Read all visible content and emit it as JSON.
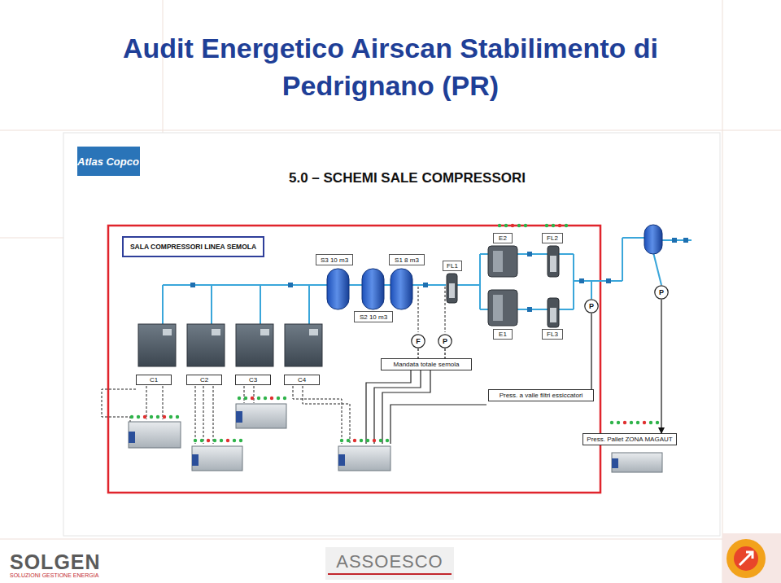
{
  "diagram": {
    "title": "Audit Energetico Airscan Stabilimento di Pedrignano (PR)",
    "nodes": [
      {
        "text": [
          "SALA COMPRESSORI LINEA SEMOLA"
        ]
      },
      {
        "text": [
          "S3 10 m3"
        ]
      },
      {
        "text": [
          "S1 8 m3"
        ]
      },
      {
        "text": [
          "S2 10 m3"
        ]
      },
      {
        "text": [
          "FL1"
        ]
      },
      {
        "text": [
          "E2"
        ]
      },
      {
        "text": [
          "FL2"
        ]
      },
      {
        "text": [
          "E1"
        ]
      },
      {
        "text": [
          "FL3"
        ]
      },
      {
        "text": [
          "F"
        ]
      },
      {
        "text": [
          "P"
        ]
      },
      {
        "text": [
          "P"
        ]
      },
      {
        "text": [
          "P"
        ]
      },
      {
        "text": [
          "Mandata totale semola"
        ]
      },
      {
        "text": [
          "C1"
        ]
      },
      {
        "text": [
          "C2"
        ]
      },
      {
        "text": [
          "C3"
        ]
      },
      {
        "text": [
          "C4"
        ]
      },
      {
        "text": [
          "Press. a valle filtri essiccatori"
        ]
      },
      {
        "text": [
          "Press. Pallet ZONA MAGAUT"
        ]
      }
    ],
    "edges": [
      {
        "from": 9,
        "to": 13,
        "arrow": "none"
      },
      {
        "from": 10,
        "to": 13,
        "arrow": "none"
      },
      {
        "from": 11,
        "to": 18,
        "arrow": "none"
      },
      {
        "from": 12,
        "to": 19,
        "arrow": "to"
      }
    ],
    "labels": [
      "5.0 – SCHEMI SALE COMPRESSORI",
      "Atlas Copco",
      "SOLGEN",
      "SOLUZIONI GESTIONE ENERGIA",
      "ASSOESCO"
    ]
  }
}
